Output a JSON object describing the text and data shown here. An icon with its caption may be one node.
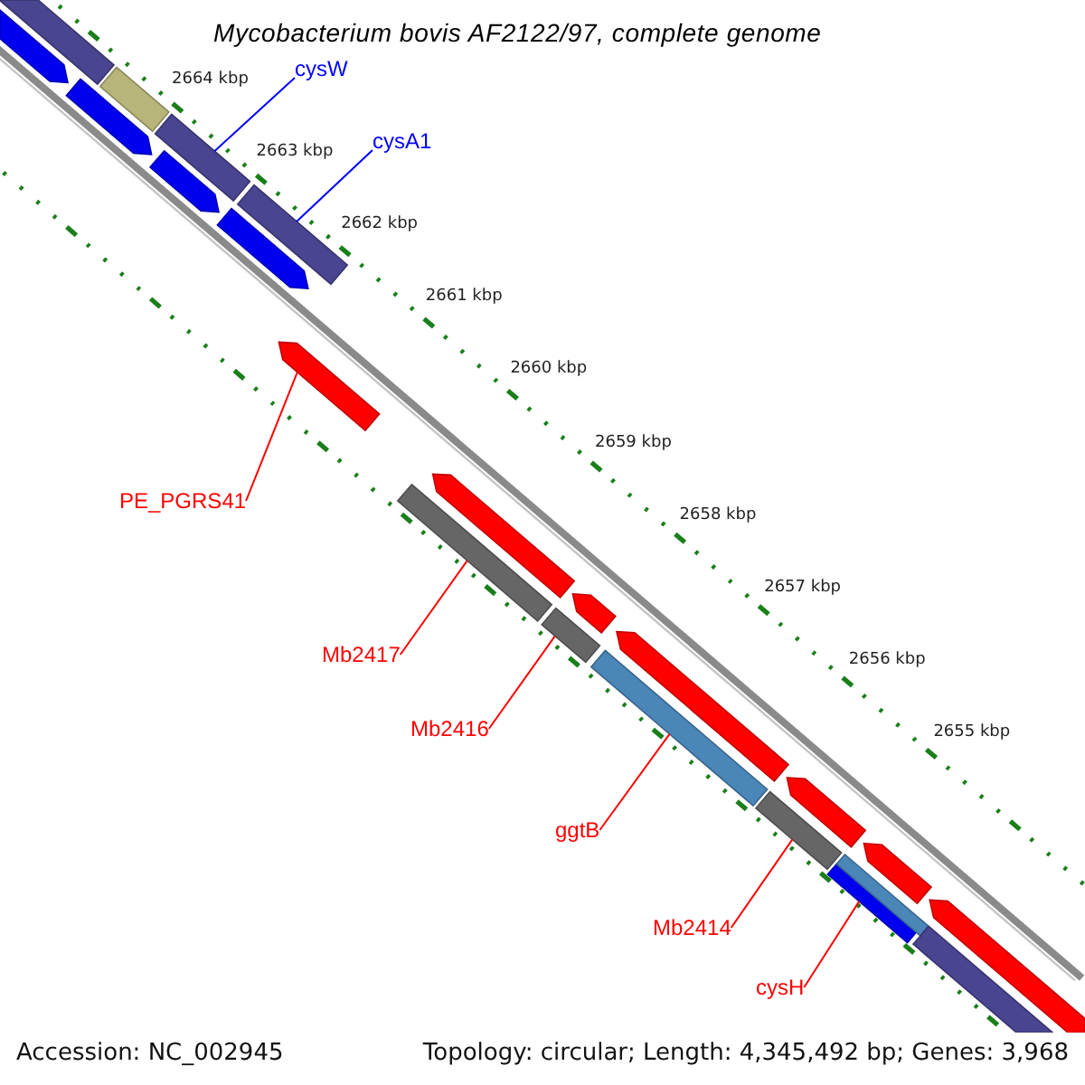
{
  "diagram": {
    "title": "Mycobacterium bovis AF2122/97, complete genome",
    "nodes": [
      {
        "text": [
          "cysW"
        ]
      },
      {
        "text": [
          "cysA1"
        ]
      },
      {
        "text": [
          "PE_PGRS41"
        ]
      },
      {
        "text": [
          "Mb2417"
        ]
      },
      {
        "text": [
          "Mb2416"
        ]
      },
      {
        "text": [
          "ggtB"
        ]
      },
      {
        "text": [
          "Mb2414"
        ]
      },
      {
        "text": [
          "cysH"
        ]
      },
      {
        "text": [],
        "shape": "bar"
      },
      {
        "text": [],
        "shape": "bar"
      },
      {
        "text": [],
        "shape": "bar"
      },
      {
        "text": [],
        "shape": "bar"
      },
      {
        "text": [],
        "shape": "bar"
      },
      {
        "text": [],
        "shape": "bar"
      },
      {
        "text": [],
        "shape": "bar"
      },
      {
        "text": [],
        "shape": "bar"
      },
      {
        "text": [],
        "shape": "bar"
      },
      {
        "text": [],
        "shape": "bar"
      },
      {
        "text": [],
        "shape": "bar"
      },
      {
        "text": [],
        "shape": "bar"
      },
      {
        "text": [],
        "shape": "bar"
      },
      {
        "text": [],
        "shape": "bar"
      },
      {
        "text": [],
        "shape": "bar"
      },
      {
        "text": [],
        "shape": "bar"
      },
      {
        "text": [],
        "shape": "bar"
      },
      {
        "text": [],
        "shape": "bar"
      },
      {
        "text": [],
        "shape": "bar"
      },
      {
        "text": [],
        "shape": "bar"
      },
      {
        "text": [],
        "shape": "bar"
      },
      {
        "text": [],
        "shape": "bar"
      }
    ],
    "edges": [
      {
        "from": 0,
        "to": 8,
        "arrow": "none",
        "color": "#0000ff"
      },
      {
        "from": 1,
        "to": 9,
        "arrow": "none",
        "color": "#0000ff"
      },
      {
        "from": 2,
        "to": 10,
        "arrow": "none"
      },
      {
        "from": 3,
        "to": 11,
        "arrow": "none"
      },
      {
        "from": 4,
        "to": 12,
        "arrow": "none"
      },
      {
        "from": 5,
        "to": 13,
        "arrow": "none"
      },
      {
        "from": 6,
        "to": 14,
        "arrow": "none"
      },
      {
        "from": 7,
        "to": 15,
        "arrow": "none"
      }
    ],
    "labels": [
      "2664 kbp",
      "2663 kbp",
      "2662 kbp",
      "2661 kbp",
      "2660 kbp",
      "2659 kbp",
      "2658 kbp",
      "2657 kbp",
      "2656 kbp",
      "2655 kbp",
      "Accession: NC_002945",
      "Topology: circular; Length: 4,345,492 bp; Genes: 3,968"
    ]
  }
}
